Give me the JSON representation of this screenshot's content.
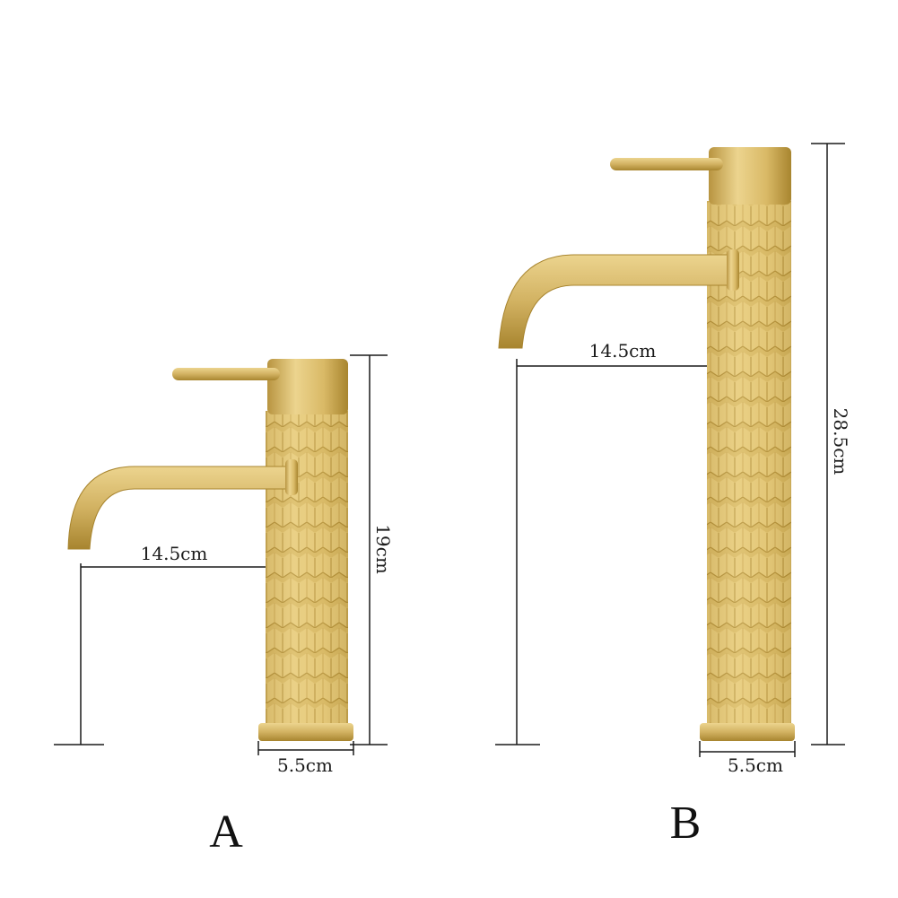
{
  "faucets": [
    {
      "label": "A",
      "spout_reach": "14.5cm",
      "height": "19cm",
      "base_diameter": "5.5cm"
    },
    {
      "label": "B",
      "spout_reach": "14.5cm",
      "height": "28.5cm",
      "base_diameter": "5.5cm"
    }
  ],
  "colors": {
    "brass_light": "#e8cf86",
    "brass_mid": "#cfae5a",
    "brass_dark": "#a8852f",
    "dimension_line": "#1a1a1a",
    "background": "#ffffff"
  }
}
